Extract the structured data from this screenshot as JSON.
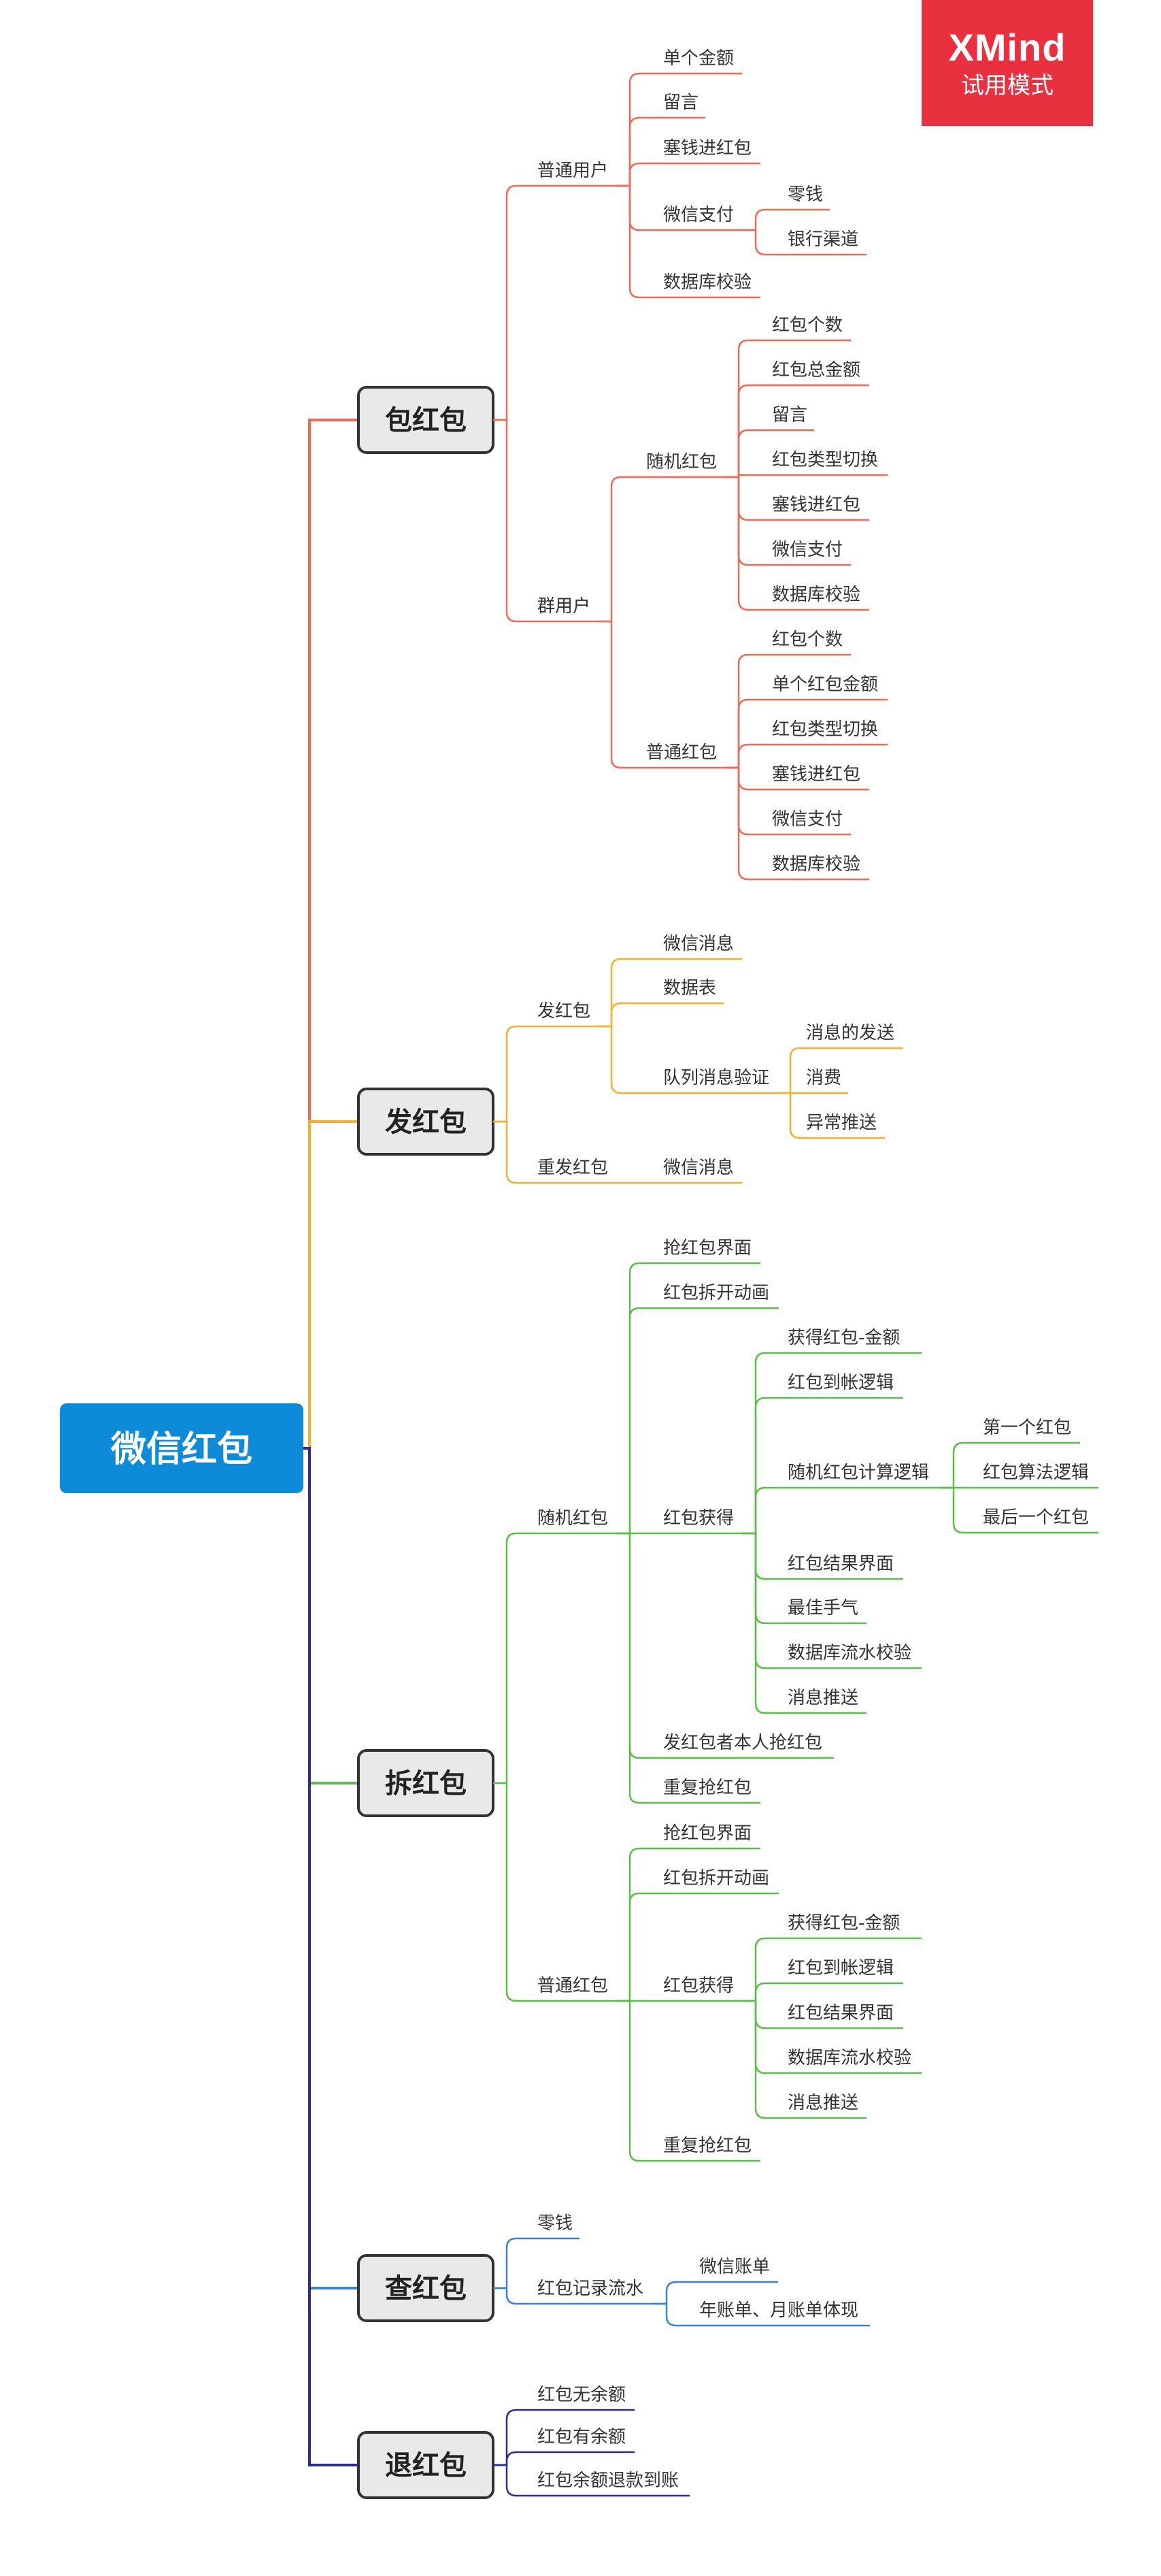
{
  "watermark": {
    "brand": "XMind",
    "mode": "试用模式"
  },
  "mindmap": {
    "root": "微信红包",
    "branches": [
      {
        "label": "包红包",
        "color": "#f06a57",
        "children": [
          {
            "label": "普通用户",
            "children": [
              {
                "label": "单个金额"
              },
              {
                "label": "留言"
              },
              {
                "label": "塞钱进红包"
              },
              {
                "label": "微信支付",
                "children": [
                  {
                    "label": "零钱"
                  },
                  {
                    "label": "银行渠道"
                  }
                ]
              },
              {
                "label": "数据库校验"
              }
            ]
          },
          {
            "label": "群用户",
            "children": [
              {
                "label": "随机红包",
                "children": [
                  {
                    "label": "红包个数"
                  },
                  {
                    "label": "红包总金额"
                  },
                  {
                    "label": "留言"
                  },
                  {
                    "label": "红包类型切换"
                  },
                  {
                    "label": "塞钱进红包"
                  },
                  {
                    "label": "微信支付"
                  },
                  {
                    "label": "数据库校验"
                  }
                ]
              },
              {
                "label": "普通红包",
                "children": [
                  {
                    "label": "红包个数"
                  },
                  {
                    "label": "单个红包金额"
                  },
                  {
                    "label": "红包类型切换"
                  },
                  {
                    "label": "塞钱进红包"
                  },
                  {
                    "label": "微信支付"
                  },
                  {
                    "label": "数据库校验"
                  }
                ]
              }
            ]
          }
        ]
      },
      {
        "label": "发红包",
        "color": "#f5b02e",
        "children": [
          {
            "label": "发红包",
            "children": [
              {
                "label": "微信消息"
              },
              {
                "label": "数据表"
              },
              {
                "label": "队列消息验证",
                "children": [
                  {
                    "label": "消息的发送"
                  },
                  {
                    "label": "消费"
                  },
                  {
                    "label": "异常推送"
                  }
                ]
              }
            ]
          },
          {
            "label": "重发红包",
            "children": [
              {
                "label": "微信消息"
              }
            ]
          }
        ]
      },
      {
        "label": "拆红包",
        "color": "#5cbd4b",
        "children": [
          {
            "label": "随机红包",
            "children": [
              {
                "label": "抢红包界面"
              },
              {
                "label": "红包拆开动画"
              },
              {
                "label": "红包获得",
                "children": [
                  {
                    "label": "获得红包-金额"
                  },
                  {
                    "label": "红包到帐逻辑"
                  },
                  {
                    "label": "随机红包计算逻辑",
                    "children": [
                      {
                        "label": "第一个红包"
                      },
                      {
                        "label": "红包算法逻辑"
                      },
                      {
                        "label": "最后一个红包"
                      }
                    ]
                  },
                  {
                    "label": "红包结果界面"
                  },
                  {
                    "label": "最佳手气"
                  },
                  {
                    "label": "数据库流水校验"
                  },
                  {
                    "label": "消息推送"
                  }
                ]
              },
              {
                "label": "发红包者本人抢红包"
              },
              {
                "label": "重复抢红包"
              }
            ]
          },
          {
            "label": "普通红包",
            "children": [
              {
                "label": "抢红包界面"
              },
              {
                "label": "红包拆开动画"
              },
              {
                "label": "红包获得",
                "children": [
                  {
                    "label": "获得红包-金额"
                  },
                  {
                    "label": "红包到帐逻辑"
                  },
                  {
                    "label": "红包结果界面"
                  },
                  {
                    "label": "数据库流水校验"
                  },
                  {
                    "label": "消息推送"
                  }
                ]
              },
              {
                "label": "重复抢红包"
              }
            ]
          }
        ]
      },
      {
        "label": "查红包",
        "color": "#3d7fd9",
        "children": [
          {
            "label": "零钱"
          },
          {
            "label": "红包记录流水",
            "children": [
              {
                "label": "微信账单"
              },
              {
                "label": "年账单、月账单体现"
              }
            ]
          }
        ]
      },
      {
        "label": "退红包",
        "color": "#2d2d8f",
        "children": [
          {
            "label": "红包无余额"
          },
          {
            "label": "红包有余额"
          },
          {
            "label": "红包余额退款到账"
          }
        ]
      }
    ]
  }
}
